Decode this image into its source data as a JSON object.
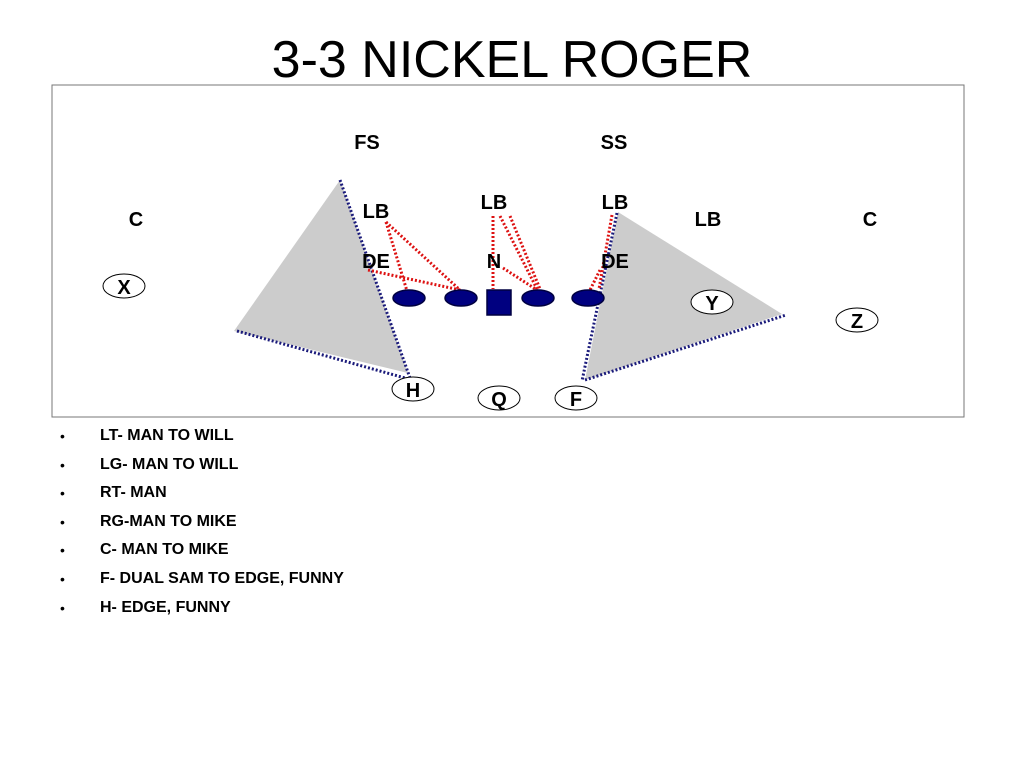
{
  "slide": {
    "title": "3-3 NICKEL ROGER",
    "bullet_symbol": "•",
    "notes": [
      "LT- MAN TO WILL",
      "LG- MAN TO WILL",
      "RT- MAN",
      "RG-MAN TO MIKE",
      "C- MAN TO MIKE",
      "F- DUAL SAM TO EDGE, FUNNY",
      "H- EDGE, FUNNY"
    ]
  },
  "diagram": {
    "defense_labels": {
      "fs": "FS",
      "ss": "SS",
      "c_left": "C",
      "lb_left": "LB",
      "lb_center": "LB",
      "lb_right": "LB",
      "lb_far_right": "LB",
      "c_right": "C",
      "de_left": "DE",
      "nose": "N",
      "de_right": "DE"
    },
    "offense_labels": {
      "x": "X",
      "y": "Y",
      "z": "Z",
      "h": "H",
      "q": "Q",
      "f": "F"
    },
    "colors": {
      "offensive_line": "#000080",
      "line_outline": "#000040",
      "assignment_line": "#dd1111",
      "boundary_line": "#1a1a7a",
      "zone_fill": "#cccccc",
      "frame": "#777777"
    }
  }
}
